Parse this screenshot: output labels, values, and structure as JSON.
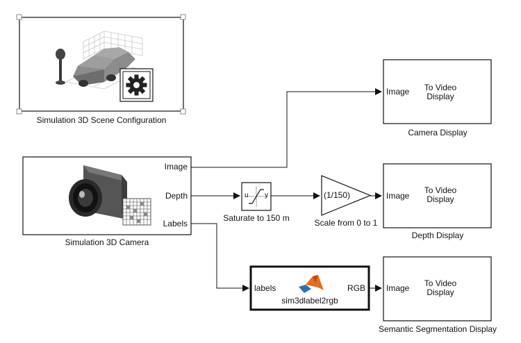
{
  "colors": {
    "block_border": "#111111",
    "line": "#111111",
    "icon_gray": "#7a7a7a",
    "icon_dark": "#2a2a2a",
    "matlab_orange": "#e26f1f",
    "matlab_blue": "#2d6fb7"
  },
  "scene_config": {
    "title": "Simulation 3D Scene Configuration",
    "icons": [
      "car-scene-icon",
      "gear-icon"
    ]
  },
  "camera": {
    "title": "Simulation 3D Camera",
    "ports": {
      "image": "Image",
      "depth": "Depth",
      "labels": "Labels"
    },
    "icons": [
      "camera-icon",
      "grid-icon"
    ]
  },
  "saturate": {
    "title": "Saturate to 150 m",
    "in_port": "u",
    "out_port": "y"
  },
  "gain": {
    "title": "Scale from 0 to 1",
    "value": "(1/150)"
  },
  "label2rgb": {
    "name": "sim3dlabel2rgb",
    "in_port": "labels",
    "out_port": "RGB",
    "icon": "matlab-logo-icon"
  },
  "displays": [
    {
      "title": "Camera Display",
      "port": "Image",
      "line1": "To Video",
      "line2": "Display"
    },
    {
      "title": "Depth Display",
      "port": "Image",
      "line1": "To Video",
      "line2": "Display"
    },
    {
      "title": "Semantic Segmentation Display",
      "port": "Image",
      "line1": "To Video",
      "line2": "Display"
    }
  ]
}
